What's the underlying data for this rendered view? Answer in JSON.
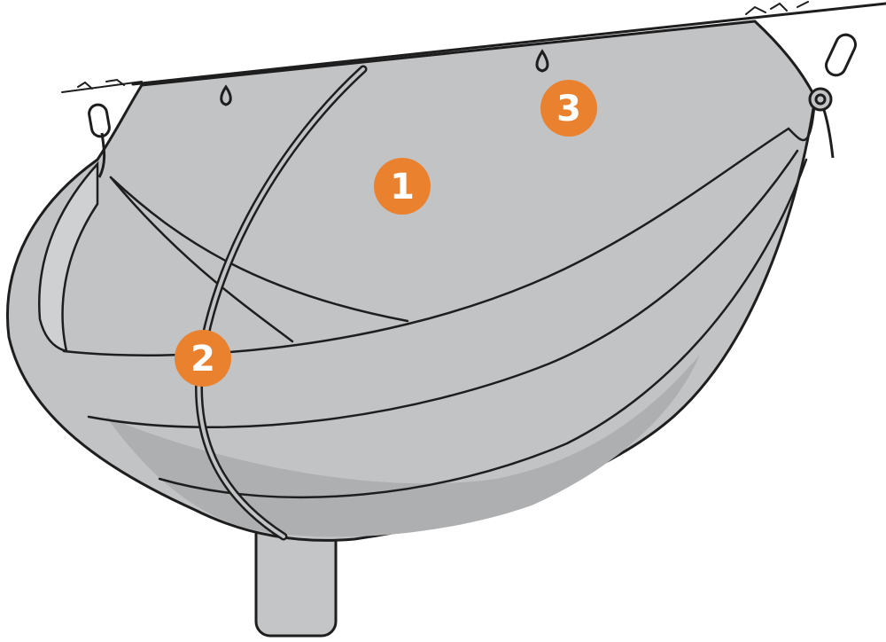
{
  "diagram": {
    "subject": "hammock-with-bug-net",
    "callouts": [
      {
        "id": "callout-1",
        "label": "1"
      },
      {
        "id": "callout-2",
        "label": "2"
      },
      {
        "id": "callout-3",
        "label": "3"
      }
    ]
  },
  "colors": {
    "outline": "#1e1e1e",
    "net_fill": "#c2c3c5",
    "net_shadow": "#aeafb1",
    "net_light": "#cfd0d2",
    "stuff_sack": "#c4c5c7",
    "callout_badge": "#e9812f",
    "callout_text": "#ffffff",
    "background": "#ffffff"
  }
}
